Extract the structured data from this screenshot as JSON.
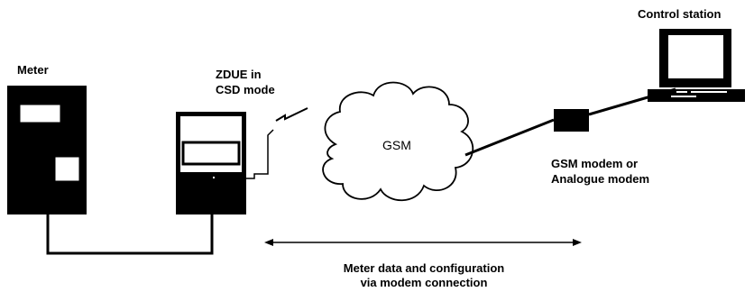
{
  "labels": {
    "meter": "Meter",
    "zdue_line1": "ZDUE in",
    "zdue_line2": "CSD mode",
    "control_station": "Control station",
    "gsm": "GSM",
    "modem_line1": "GSM modem or",
    "modem_line2": "Analogue modem",
    "caption_line1": "Meter data and configuration",
    "caption_line2": "via modem connection"
  },
  "icons": {
    "meter": "meter-device-icon",
    "zdue": "zdue-modem-icon",
    "cloud": "gsm-cloud-icon",
    "modem": "modem-box-icon",
    "computer": "control-station-computer-icon",
    "antenna": "wireless-signal-icon"
  },
  "colors": {
    "ink": "#000000",
    "paper": "#ffffff"
  }
}
